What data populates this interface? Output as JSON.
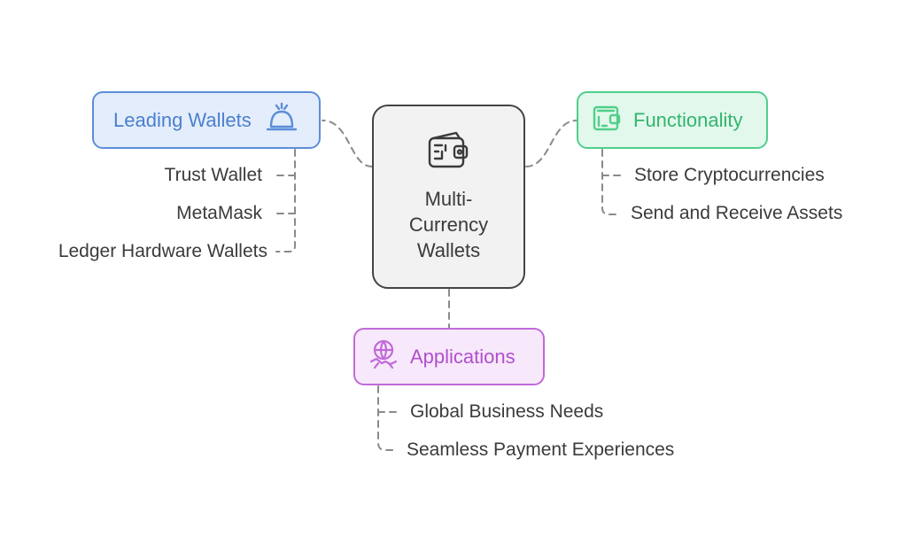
{
  "colors": {
    "leading_border": "#5b8ed8",
    "leading_fill": "#e4edfb",
    "leading_text": "#4a7fce",
    "functionality_border": "#4fcf8a",
    "functionality_fill": "#e3f8ec",
    "functionality_text": "#32b56e",
    "applications_border": "#c06ad9",
    "applications_fill": "#f7e8fb",
    "applications_text": "#b14fcd",
    "center_border": "#444444",
    "center_fill": "#f2f2f2",
    "connector": "#8a8a8a"
  },
  "center": {
    "title_lines": [
      "Multi-",
      "Currency",
      "Wallets"
    ],
    "icon": "wallet-icon"
  },
  "leading_wallets": {
    "label": "Leading Wallets",
    "icon": "bell-icon",
    "items": [
      "Trust Wallet",
      "MetaMask",
      "Ledger Hardware Wallets"
    ]
  },
  "functionality": {
    "label": "Functionality",
    "icon": "wallet-card-icon",
    "items": [
      "Store Cryptocurrencies",
      "Send and Receive Assets"
    ]
  },
  "applications": {
    "label": "Applications",
    "icon": "globe-handshake-icon",
    "items": [
      "Global Business Needs",
      "Seamless Payment Experiences"
    ]
  }
}
